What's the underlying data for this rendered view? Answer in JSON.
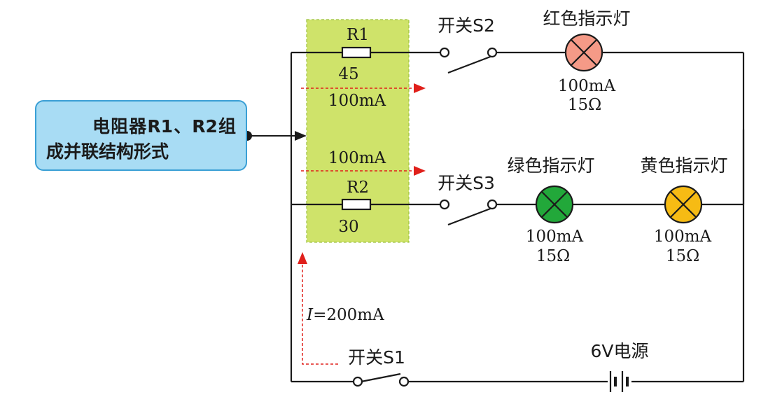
{
  "callout": {
    "text": "电阻器R1、R2组成并联结构形式"
  },
  "resistors": {
    "r1": {
      "name": "R1",
      "value": "45"
    },
    "r2": {
      "name": "R2",
      "value": "30"
    },
    "branch1_current": "100mA",
    "branch2_current": "100mA"
  },
  "switches": {
    "s1": "开关S1",
    "s2": "开关S2",
    "s3": "开关S3"
  },
  "lamps": {
    "red": {
      "label": "红色指示灯",
      "current": "100mA",
      "resistance": "15Ω",
      "color": "#f59a87"
    },
    "green": {
      "label": "绿色指示灯",
      "current": "100mA",
      "resistance": "15Ω",
      "color": "#22a83a"
    },
    "yellow": {
      "label": "黄色指示灯",
      "current": "100mA",
      "resistance": "15Ω",
      "color": "#f6bb14"
    }
  },
  "main_current": {
    "symbol": "I",
    "value": "=200mA"
  },
  "power": {
    "label": "6V电源"
  },
  "colors": {
    "highlight": "#cfe36a",
    "arrow": "#e0201b",
    "wire": "#1a1a1a",
    "callout_fill": "#a8dcf4",
    "callout_border": "#3a9fd5"
  }
}
